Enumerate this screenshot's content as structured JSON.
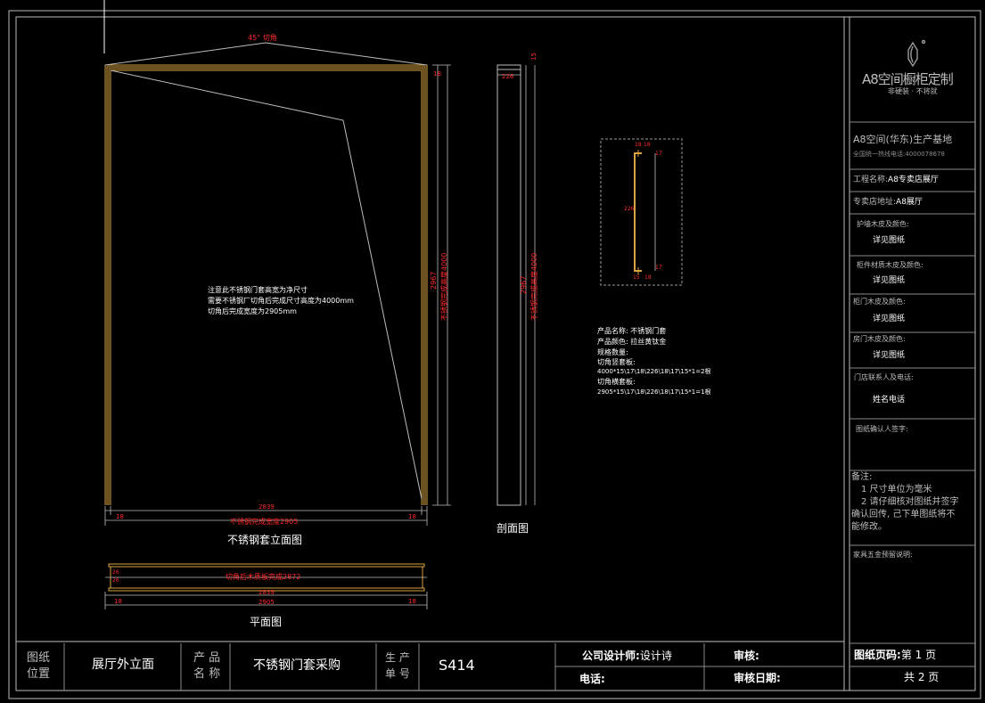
{
  "company": {
    "logo_text": "A8空间橱柜定制",
    "slogan": "非硬装 · 不将就",
    "base_name": "A8空间(华东)生产基地",
    "hotline": "全国统一热线电话:4000078678"
  },
  "project": {
    "name_label": "工程名称:",
    "name_value": "A8专卖店展厅",
    "address_label": "专卖店地址:",
    "address_value": "A8展厅"
  },
  "sections": [
    {
      "label": "护墙木皮及颜色:",
      "value": "详见图纸"
    },
    {
      "label": "柜件材质木皮及颜色:",
      "value": "详见图纸"
    },
    {
      "label": "柜门木皮及颜色:",
      "value": "详见图纸"
    },
    {
      "label": "房门木皮及颜色:",
      "value": "详见图纸"
    },
    {
      "label": "门店联系人及电话:",
      "value": "姓名电话"
    },
    {
      "label": "图纸确认人签字:",
      "value": ""
    }
  ],
  "notes": {
    "title": "备注:",
    "line1": "1 尺寸单位为毫米",
    "line2a": "2 请仔细核对图纸并签字",
    "line2b": "确认回传, 己下单图纸将不",
    "line2c": "能修改。"
  },
  "hardware_label": "家具五金预留说明:",
  "elevation": {
    "title": "不锈钢套立面图",
    "miter_label": "45° 切角",
    "note1": "注意此不锈钢门套高宽为净尺寸",
    "note2": "需要不锈钢厂切角后完成尺寸高度为4000mm",
    "note3": "切角后完成宽度为2905mm",
    "dim_inner_width": "2839",
    "dim_side_left": "18",
    "dim_side_right": "18",
    "dim_total_width": "不锈钢完成宽度2905",
    "dim_inner_height": "2967",
    "dim_total_height": "不锈钢完成高度4000",
    "dim_top": "18"
  },
  "section": {
    "title": "剖面图",
    "dim_depth": "226",
    "dim_top": "15",
    "dim_inner_height": "2967",
    "dim_total_height": "不锈钢完成高度4000"
  },
  "profile_detail": {
    "dim_top_a": "18",
    "dim_top_b": "18",
    "dim_flange_top": "17",
    "dim_center": "226",
    "dim_flange_bottom": "17",
    "dim_bottom_a": "15",
    "dim_bottom_b": "18"
  },
  "plan": {
    "title": "平面图",
    "dim_board": "切角后木质板完成2872",
    "dim_inner": "2839",
    "dim_total": "2905",
    "dim_left": "18",
    "dim_right": "18",
    "dim_h_top": "26",
    "dim_h_bottom": "26"
  },
  "product_info": {
    "name": "产品名称: 不锈钢门套",
    "color": "产品颜色: 拉丝黄钛金",
    "spec_title": "规格数量:",
    "vertical_title": "切角竖套板:",
    "vertical_spec": "4000*15\\17\\18\\226\\18\\17\\15*1=2根",
    "horizontal_title": "切角横套板:",
    "horizontal_spec": "2905*15\\17\\18\\226\\18\\17\\15*1=1根"
  },
  "footer": {
    "position_label_1": "图纸",
    "position_label_2": "位置",
    "position_value": "展厅外立面",
    "product_label_1": "产 品",
    "product_label_2": "名 称",
    "product_value": "不锈钢门套采购",
    "order_label_1": "生 产",
    "order_label_2": "单 号",
    "order_value": "S414",
    "designer_label": "公司设计师:",
    "designer_value": "设计诗",
    "phone_label": "电话:",
    "review_label": "审核:",
    "review_date_label": "审核日期:",
    "page_label": "图纸页码:",
    "page_value": "第 1 页",
    "total_pages": "共 2 页"
  },
  "colors": {
    "frame_gold": "#d9a441",
    "dimension_red": "#ff2b2b",
    "line_grey": "#bdbdbd",
    "background": "#000000"
  }
}
